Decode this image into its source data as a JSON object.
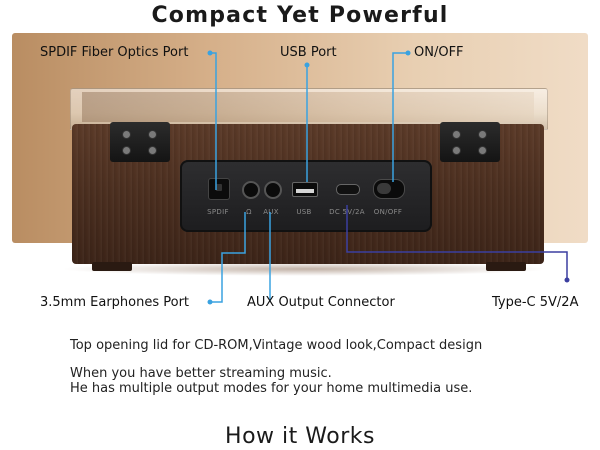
{
  "header": {
    "title": "Compact Yet Powerful"
  },
  "callouts": {
    "spdif": "SPDIF Fiber Optics Port",
    "usb": "USB Port",
    "onoff": "ON/OFF",
    "earphones": "3.5mm Earphones Port",
    "aux": "AUX Output Connector",
    "typec": "Type-C 5V/2A"
  },
  "panel_labels": {
    "spdif": "SPDIF",
    "earphones": "Ω",
    "aux": "AUX",
    "usb": "USB",
    "typec": "DC 5V/2A",
    "onoff": "ON/OFF"
  },
  "description": {
    "line1": "Top opening lid for CD-ROM,Vintage wood look,Compact design",
    "line2": "When you have better streaming music.",
    "line3": "He has multiple output modes for your home multimedia use."
  },
  "footer": {
    "title": "How it Works"
  },
  "colors": {
    "callout_line": "#3aa2e0",
    "callout_line_alt": "#3b3fa0",
    "wood": "#4a2e1f"
  }
}
